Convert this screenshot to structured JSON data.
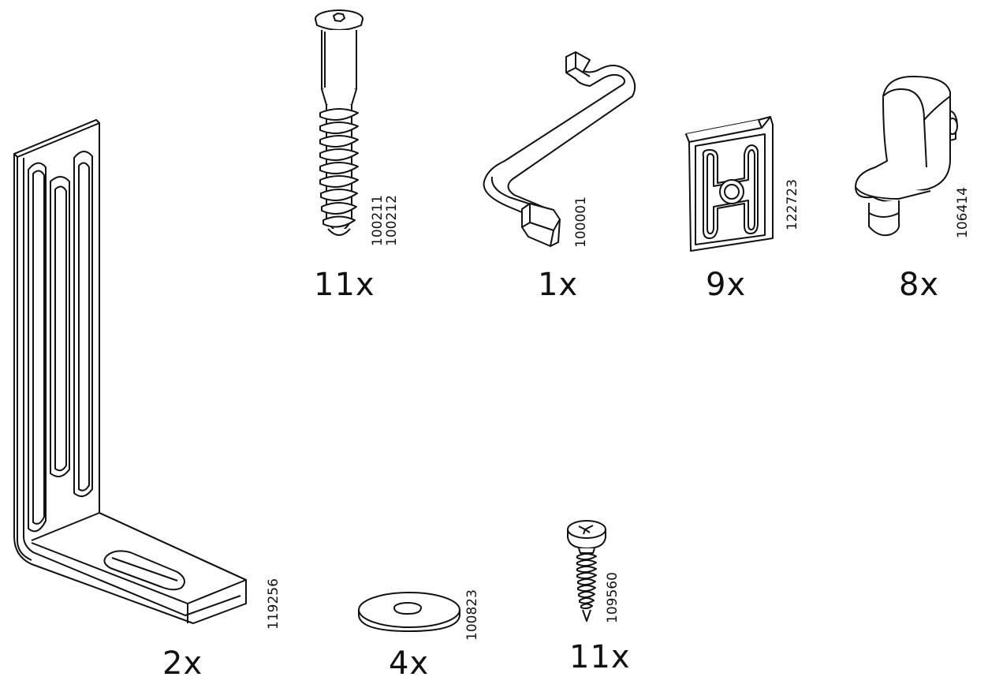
{
  "parts": [
    {
      "id": "bracket",
      "icon": "angle-bracket-icon",
      "quantity": "2x",
      "codes": [
        "119256"
      ]
    },
    {
      "id": "cam-screw",
      "icon": "cam-screw-icon",
      "quantity": "11x",
      "codes": [
        "100211",
        "100212"
      ]
    },
    {
      "id": "allen-key",
      "icon": "allen-key-icon",
      "quantity": "1x",
      "codes": [
        "100001"
      ]
    },
    {
      "id": "hinge-plate",
      "icon": "mounting-plate-icon",
      "quantity": "9x",
      "codes": [
        "122723"
      ]
    },
    {
      "id": "shelf-support",
      "icon": "shelf-support-icon",
      "quantity": "8x",
      "codes": [
        "106414"
      ]
    },
    {
      "id": "washer",
      "icon": "washer-icon",
      "quantity": "4x",
      "codes": [
        "100823"
      ]
    },
    {
      "id": "wood-screw",
      "icon": "wood-screw-icon",
      "quantity": "11x",
      "codes": [
        "109560"
      ]
    }
  ],
  "colors": {
    "line": "#111111",
    "background": "#ffffff"
  }
}
